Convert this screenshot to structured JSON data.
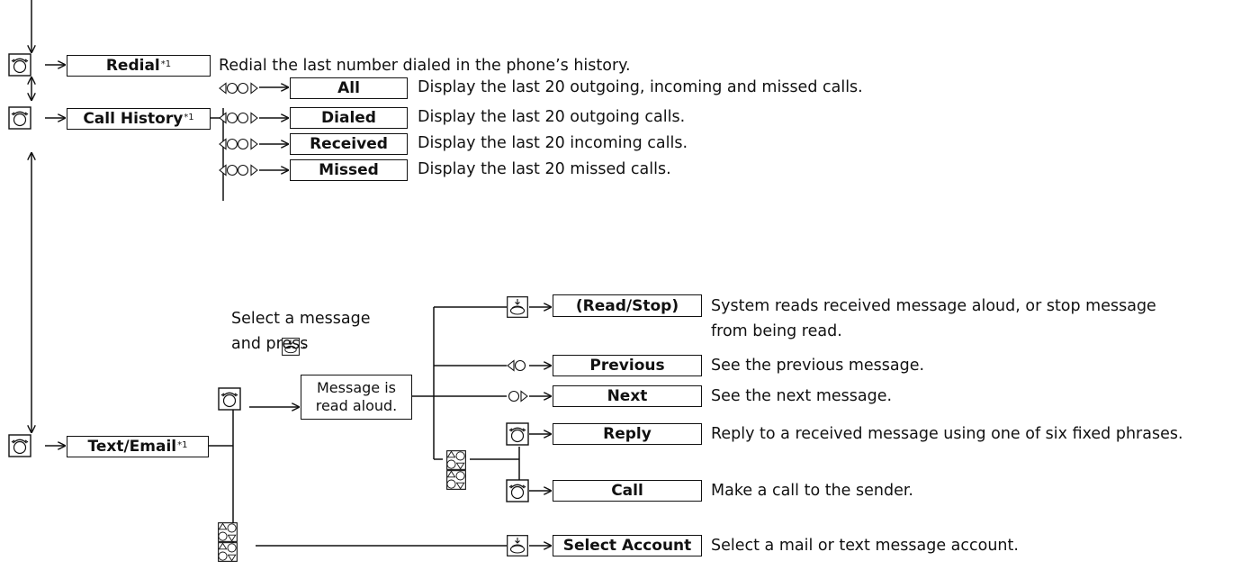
{
  "phone_menu": {
    "redial": {
      "label": "Redial",
      "note": "*1",
      "desc": "Redial the last number dialed in the phone’s history."
    },
    "call_history": {
      "label": "Call History",
      "note": "*1",
      "items": [
        {
          "label": "All",
          "desc": "Display the last 20 outgoing, incoming and missed calls."
        },
        {
          "label": "Dialed",
          "desc": "Display the last 20 outgoing calls."
        },
        {
          "label": "Received",
          "desc": "Display the last 20 incoming calls."
        },
        {
          "label": "Missed",
          "desc": "Display the last 20 missed calls."
        }
      ]
    },
    "text_email": {
      "label": "Text/Email",
      "note": "*1",
      "instruction_line1": "Select a message",
      "instruction_line2": "and press",
      "read_aloud_line1": "Message is",
      "read_aloud_line2": "read aloud.",
      "options": [
        {
          "label": "(Read/Stop)",
          "desc_line1": "System reads received message aloud, or stop message",
          "desc_line2": "from being read."
        },
        {
          "label": "Previous",
          "desc": "See the previous message."
        },
        {
          "label": "Next",
          "desc": "See the next message."
        },
        {
          "label": "Reply",
          "desc": "Reply to a received message using one of six fixed phrases."
        },
        {
          "label": "Call",
          "desc": "Make a call to the sender."
        }
      ],
      "select_account": {
        "label": "Select Account",
        "desc": "Select a mail or text message account."
      }
    }
  },
  "icons": [
    "phone-pickup-icon",
    "interface-dial-left-right-icon",
    "interface-dial-left-icon",
    "interface-dial-right-icon",
    "interface-dial-press-icon",
    "interface-dial-up-down-icon"
  ]
}
